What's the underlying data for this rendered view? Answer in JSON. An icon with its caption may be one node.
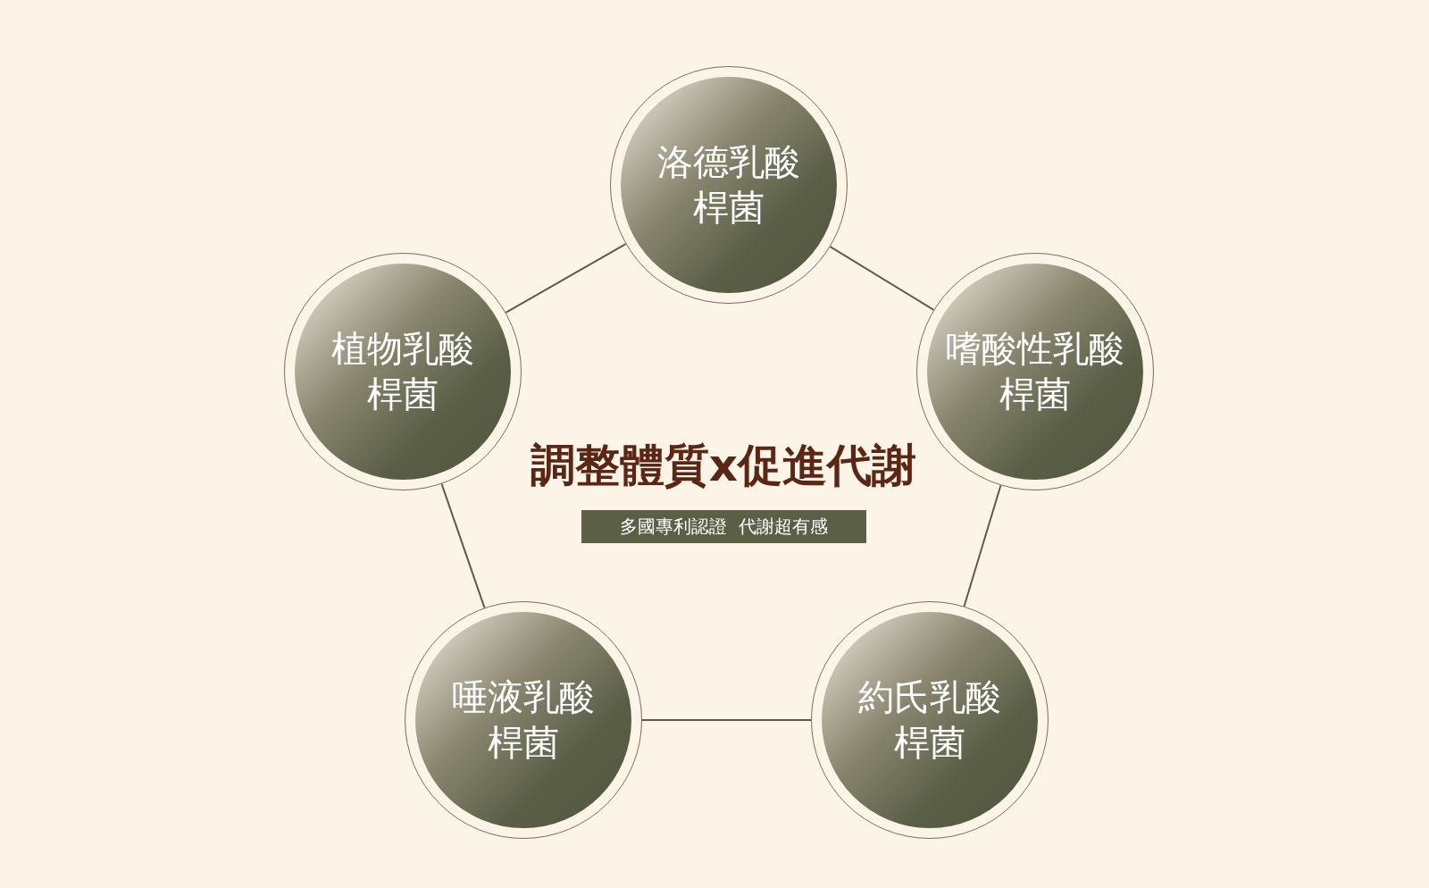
{
  "diagram": {
    "title": "調整體質x促進代謝",
    "nodes": [
      {
        "text": [
          "洛德乳酸桿菌"
        ]
      },
      {
        "text": [
          "嗜酸性乳酸桿菌"
        ]
      },
      {
        "text": [
          "約氏乳酸桿菌"
        ]
      },
      {
        "text": [
          "唾液乳酸桿菌"
        ]
      },
      {
        "text": [
          "植物乳酸桿菌"
        ]
      },
      {
        "text": [
          "多國專利認證 代謝超有感"
        ]
      }
    ],
    "edges": [
      {
        "from": 0,
        "to": 1,
        "arrow": "none"
      },
      {
        "from": 1,
        "to": 2,
        "arrow": "none"
      },
      {
        "from": 2,
        "to": 3,
        "arrow": "none"
      },
      {
        "from": 3,
        "to": 4,
        "arrow": "none"
      },
      {
        "from": 4,
        "to": 0,
        "arrow": "none"
      }
    ]
  }
}
